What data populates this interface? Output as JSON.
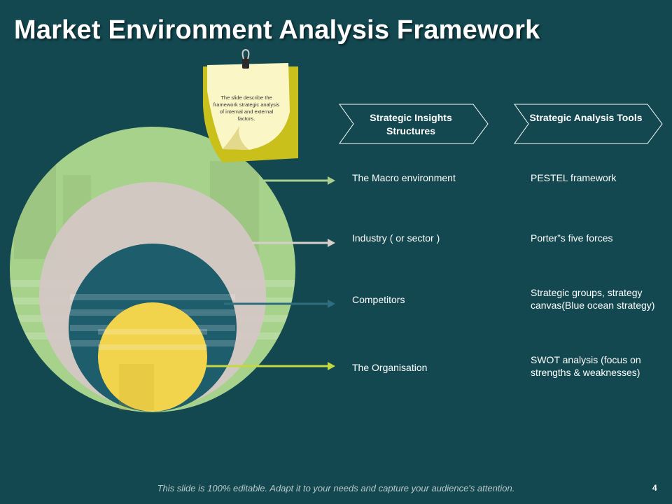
{
  "slide": {
    "title": "Market Environment Analysis Framework",
    "footer": "This slide is 100% editable. Adapt it to your needs and capture your audience's attention.",
    "page_number": "4"
  },
  "note": {
    "text": "The slide describe the framework strategic analysis of internal and external factors."
  },
  "headers": {
    "insights": "Strategic Insights Structures",
    "tools": "Strategic Analysis Tools"
  },
  "rows": [
    {
      "structure": "The Macro environment",
      "tool": "PESTEL framework",
      "arrow_color": "#a9d08e"
    },
    {
      "structure": "Industry ( or sector )",
      "tool": "Porter”s five forces",
      "arrow_color": "#d7cfc9"
    },
    {
      "structure": "Competitors",
      "tool": "Strategic groups, strategy canvas(Blue ocean strategy)",
      "arrow_color": "#2e6e7e"
    },
    {
      "structure": "The Organisation",
      "tool": "SWOT analysis (focus on strengths & weaknesses)",
      "arrow_color": "#c6d840"
    }
  ],
  "colors": {
    "background": "#134850",
    "ring_outer": "#a6d28c",
    "ring_second": "#d6c7c7",
    "ring_third": "#1d5d6c",
    "ring_core": "#f2d34c",
    "note_paper": "#fbf6c6",
    "note_back": "#c9c01c"
  }
}
